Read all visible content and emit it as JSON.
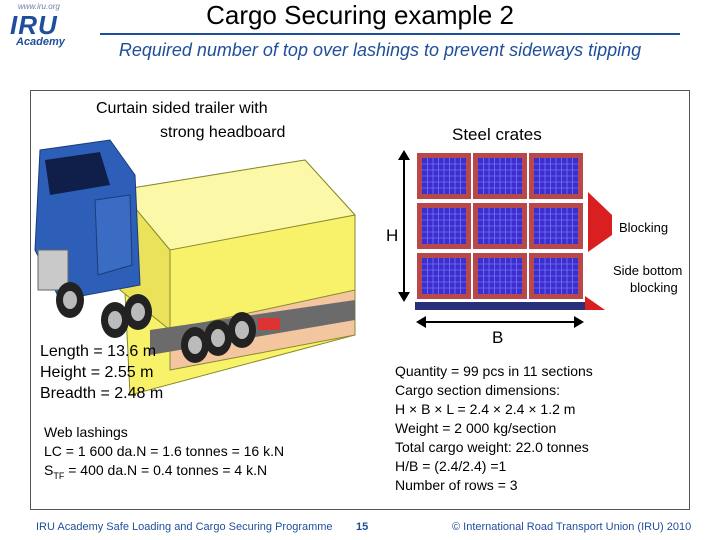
{
  "logo": {
    "url": "www.iru.org",
    "brand": "IRU",
    "academy": "Academy"
  },
  "header": {
    "title": "Cargo Securing example 2",
    "subtitle": "Required number of top over lashings to prevent sideways tipping"
  },
  "trailer": {
    "caption_line1": "Curtain sided trailer with",
    "caption_line2": "strong headboard",
    "length": "Length = 13.6 m",
    "height": "Height = 2.55 m",
    "breadth": "Breadth = 2.48 m"
  },
  "crates": {
    "caption": "Steel crates",
    "label_h": "H",
    "label_b": "B",
    "blocking": "Blocking",
    "side_bottom_line1": "Side bottom",
    "side_bottom_line2": "blocking"
  },
  "web_lashings": {
    "heading": "Web lashings",
    "lc": "LC = 1 600 da.N = 1.6 tonnes = 16 k.N",
    "stf_prefix": "S",
    "stf_sub": "TF",
    "stf_rest": " = 400 da.N = 0.4 tonnes = 4 k.N"
  },
  "cargo_info": {
    "quantity": "Quantity = 99 pcs in 11 sections",
    "dims_label": "Cargo section dimensions:",
    "dims": "H × B × L = 2.4 × 2.4 × 1.2 m",
    "weight": "Weight = 2 000 kg/section",
    "total": "Total cargo weight: 22.0 tonnes",
    "ratio": "H/B = (2.4/2.4) =1",
    "rows": "Number of rows = 3"
  },
  "footer": {
    "programme": "IRU Academy Safe Loading and Cargo Securing Programme",
    "page": "15",
    "copyright": "© International Road Transport Union (IRU) 2010"
  },
  "colors": {
    "brand_blue": "#1f4e9c",
    "cab_blue": "#2e5fb8",
    "trailer_yellow": "#f7f26a",
    "crate_red": "#b8484a",
    "crate_grid": "#3b2fd0"
  }
}
